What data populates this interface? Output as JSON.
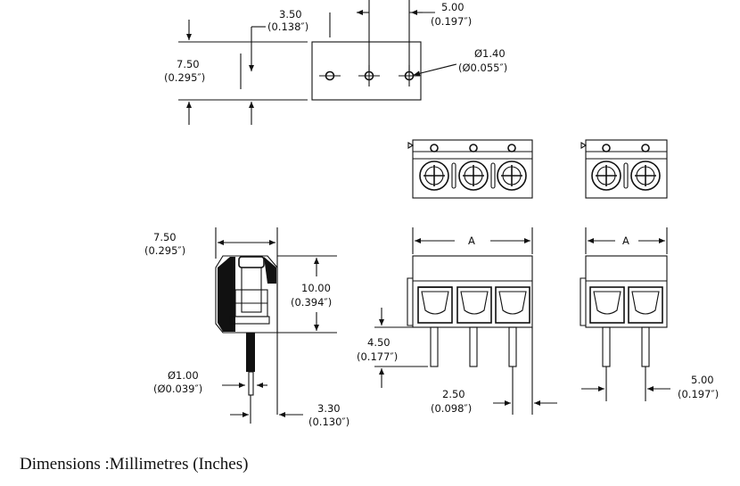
{
  "labels": {
    "pitch_top": "5.00",
    "pitch_top_in": "(0.197″)",
    "offset_top": "3.50",
    "offset_top_in": "(0.138″)",
    "depth_top": "7.50",
    "depth_top_in": "(0.295″)",
    "hole": "Ø1.40",
    "hole_in": "(Ø0.055″)",
    "depth_side": "7.50",
    "depth_side_in": "(0.295″)",
    "height_side": "10.00",
    "height_side_in": "(0.394″)",
    "pin_dia": "Ø1.00",
    "pin_dia_in": "(Ø0.039″)",
    "pin_offset": "3.30",
    "pin_offset_in": "(0.130″)",
    "pin_len": "4.50",
    "pin_len_in": "(0.177″)",
    "pin_gap": "2.50",
    "pin_gap_in": "(0.098″)",
    "width_3": "A",
    "width_2": "A",
    "pitch_bottom": "5.00",
    "pitch_bottom_in": "(0.197″)"
  },
  "caption": "Dimensions :Millimetres (Inches)"
}
